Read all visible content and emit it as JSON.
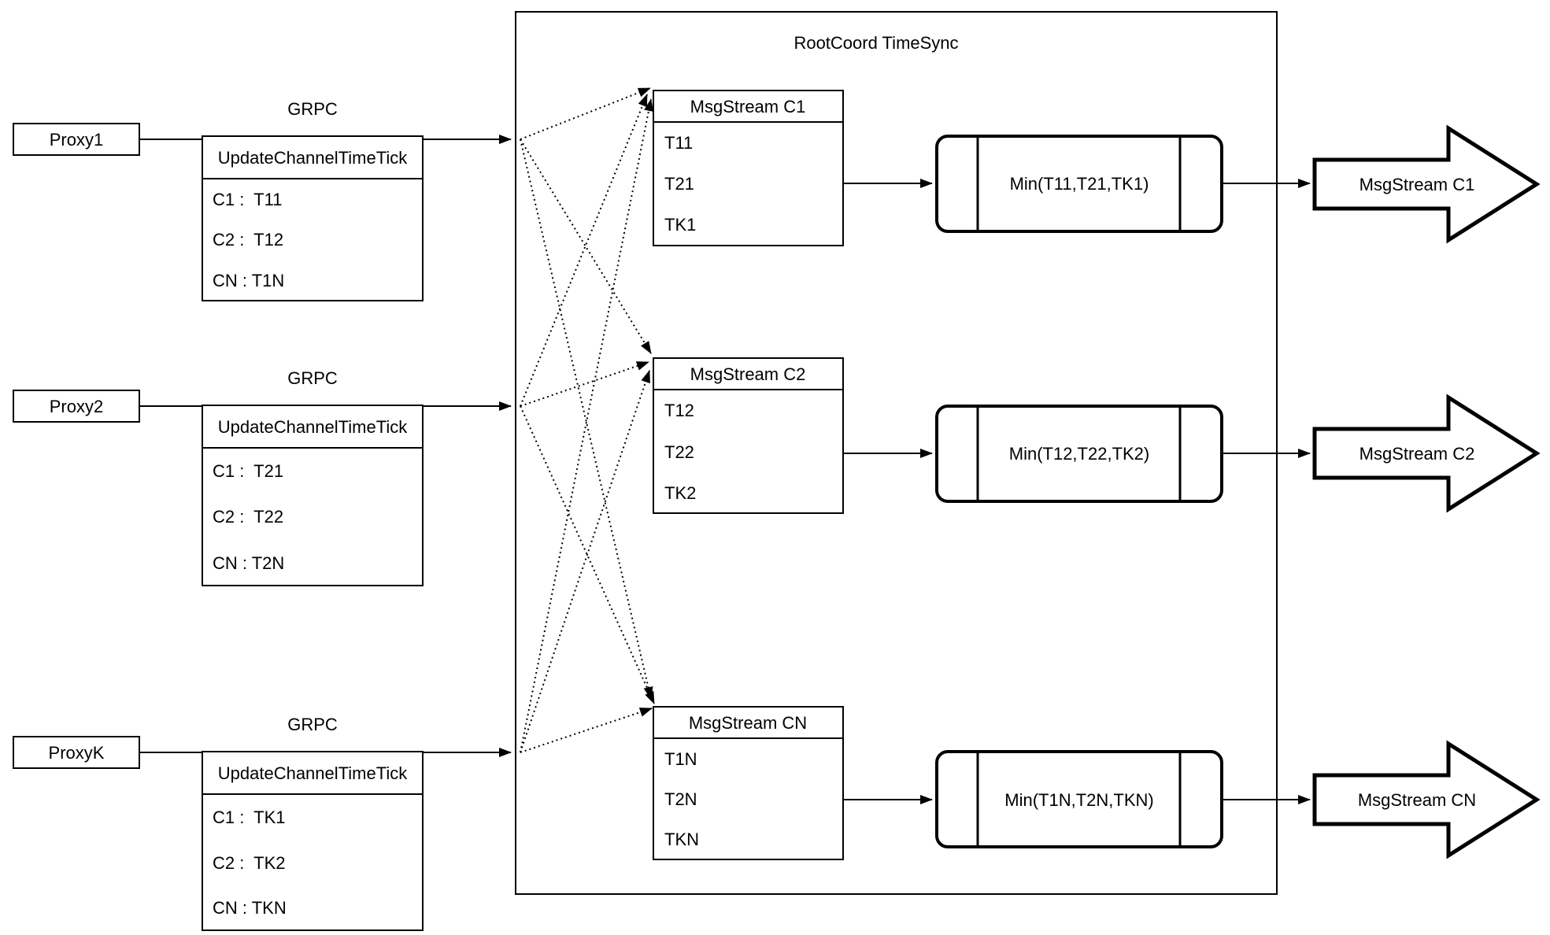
{
  "diagram": {
    "title": "RootCoord TimeSync",
    "colors": {
      "stroke": "#000000",
      "background": "#ffffff",
      "text": "#000000"
    },
    "proxies": [
      {
        "name": "Proxy1",
        "protocol": "GRPC",
        "table": {
          "header": "UpdateChannelTimeTick",
          "rows": [
            "C1 :  T11",
            "C2 :  T12",
            "CN : T1N"
          ]
        }
      },
      {
        "name": "Proxy2",
        "protocol": "GRPC",
        "table": {
          "header": "UpdateChannelTimeTick",
          "rows": [
            "C1 :  T21",
            "C2 :  T22",
            "CN : T2N"
          ]
        }
      },
      {
        "name": "ProxyK",
        "protocol": "GRPC",
        "table": {
          "header": "UpdateChannelTimeTick",
          "rows": [
            "C1 :  TK1",
            "C2 :  TK2",
            "CN : TKN"
          ]
        }
      }
    ],
    "msgstream_tables": [
      {
        "header": "MsgStream C1",
        "rows": [
          "T11",
          "T21",
          "TK1"
        ]
      },
      {
        "header": "MsgStream C2",
        "rows": [
          "T12",
          "T22",
          "TK2"
        ]
      },
      {
        "header": "MsgStream CN",
        "rows": [
          "T1N",
          "T2N",
          "TKN"
        ]
      }
    ],
    "min_nodes": [
      {
        "label": "Min(T11,T21,TK1)"
      },
      {
        "label": "Min(T12,T22,TK2)"
      },
      {
        "label": "Min(T1N,T2N,TKN)"
      }
    ],
    "output_arrows": [
      {
        "label": "MsgStream C1"
      },
      {
        "label": "MsgStream C2"
      },
      {
        "label": "MsgStream CN"
      }
    ]
  }
}
